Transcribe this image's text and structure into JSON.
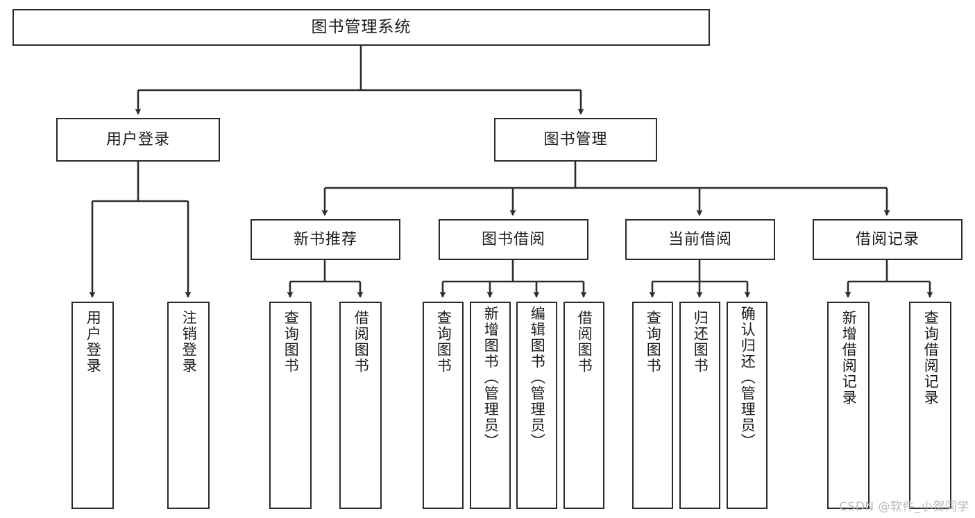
{
  "diagram": {
    "title": "图书管理系统",
    "type": "tree-hierarchy",
    "watermark": "CSDN @软件_小贺同学",
    "colors": {
      "node_border": "#2b2b2b",
      "node_fill": "#ffffff",
      "edge": "#2b2b2b",
      "text": "#1a1a1a",
      "watermark": "#b9b9b9",
      "background": "#ffffff"
    },
    "nodes": {
      "root": {
        "label": "图书管理系统"
      },
      "level2": [
        {
          "label": "用户登录"
        },
        {
          "label": "图书管理"
        }
      ],
      "level3": [
        {
          "label": "新书推荐"
        },
        {
          "label": "图书借阅"
        },
        {
          "label": "当前借阅"
        },
        {
          "label": "借阅记录"
        }
      ],
      "leaves": {
        "user_login": [
          {
            "label": "用户登录"
          },
          {
            "label": "注销登录"
          }
        ],
        "new_book_recommend": [
          {
            "label": "查询图书"
          },
          {
            "label": "借阅图书"
          }
        ],
        "book_borrow": [
          {
            "label": "查询图书"
          },
          {
            "label": "新增图书（管理员）"
          },
          {
            "label": "编辑图书（管理员）"
          },
          {
            "label": "借阅图书"
          }
        ],
        "current_borrow": [
          {
            "label": "查询图书"
          },
          {
            "label": "归还图书"
          },
          {
            "label": "确认归还（管理员）"
          }
        ],
        "borrow_record": [
          {
            "label": "新增借阅记录"
          },
          {
            "label": "查询借阅记录"
          }
        ]
      }
    }
  }
}
